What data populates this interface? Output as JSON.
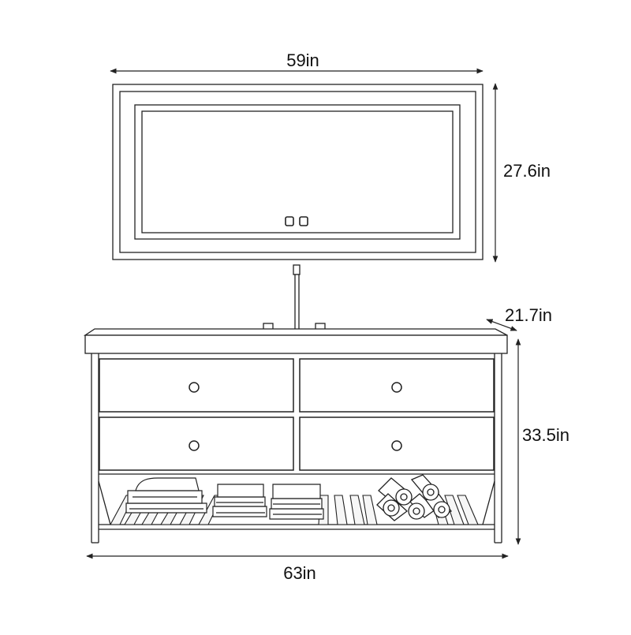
{
  "dimensions": {
    "mirror_width": "59in",
    "mirror_height": "27.6in",
    "vanity_depth": "21.7in",
    "vanity_height": "33.5in",
    "vanity_width": "63in"
  },
  "colors": {
    "line": "#222222",
    "background": "#ffffff",
    "fill_light": "#f2f2f2"
  }
}
